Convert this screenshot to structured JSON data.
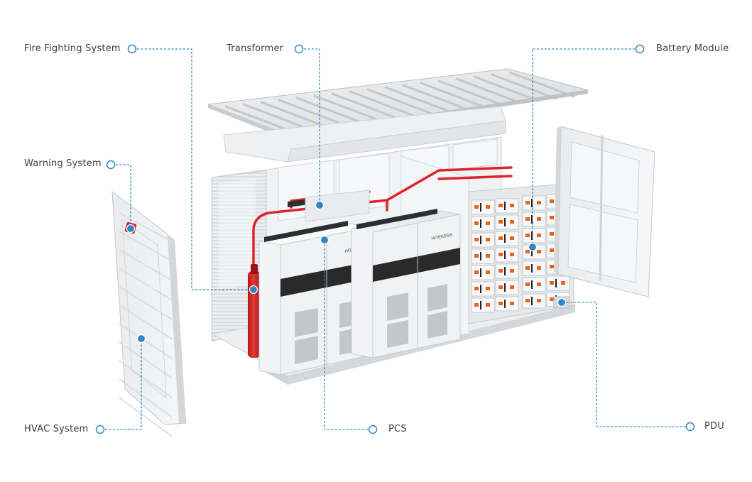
{
  "callouts": {
    "fire_fighting": "Fire Fighting System",
    "transformer": "Transformer",
    "battery_module": "Battery Module",
    "warning": "Warning System",
    "hvac": "HVAC System",
    "pcs": "PCS",
    "pdu": "PDU"
  },
  "pcs_brand": "HITEKESS",
  "colors": {
    "accent": "#2f86c4",
    "pipe_red": "#e0232b",
    "pcs_band": "#2a2a2a",
    "battery_terminal": "#e8641c"
  }
}
